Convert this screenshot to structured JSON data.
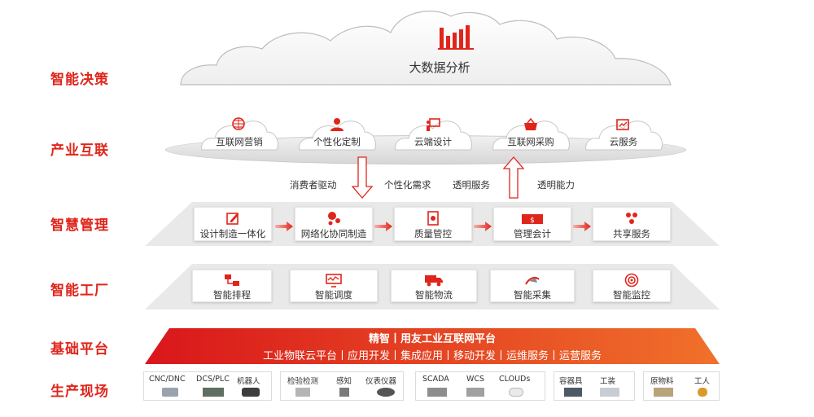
{
  "rows": [
    {
      "label": "智能决策"
    },
    {
      "label": "产业互联"
    },
    {
      "label": "智慧管理"
    },
    {
      "label": "智能工厂"
    },
    {
      "label": "基础平台"
    },
    {
      "label": "生产现场"
    }
  ],
  "decision": {
    "title": "大数据分析",
    "icon": "bar-chart-icon"
  },
  "industry": {
    "items": [
      {
        "label": "互联网营销",
        "icon": "globe-cart-icon"
      },
      {
        "label": "个性化定制",
        "icon": "person-icon"
      },
      {
        "label": "云端设计",
        "icon": "design-board-icon"
      },
      {
        "label": "互联网采购",
        "icon": "basket-icon"
      },
      {
        "label": "云服务",
        "icon": "cloud-service-icon"
      }
    ]
  },
  "flow": {
    "left_text": "消费者驱动",
    "mid_text_1": "个性化需求",
    "mid_text_2": "透明服务",
    "right_text": "透明能力"
  },
  "management": {
    "items": [
      {
        "label": "设计制造一体化",
        "icon": "edit-icon"
      },
      {
        "label": "网络化协同制造",
        "icon": "network-icon"
      },
      {
        "label": "质量管控",
        "icon": "quality-icon"
      },
      {
        "label": "管理会计",
        "icon": "money-icon"
      },
      {
        "label": "共享服务",
        "icon": "share-icon"
      }
    ]
  },
  "factory": {
    "items": [
      {
        "label": "智能排程",
        "icon": "schedule-icon"
      },
      {
        "label": "智能调度",
        "icon": "monitor-icon"
      },
      {
        "label": "智能物流",
        "icon": "truck-icon"
      },
      {
        "label": "智能采集",
        "icon": "collect-icon"
      },
      {
        "label": "智能监控",
        "icon": "target-icon"
      }
    ]
  },
  "platform": {
    "title": "精智丨用友工业互联网平台",
    "subtitle": "工业物联云平台丨应用开发丨集成应用丨移动开发丨运维服务丨运营服务"
  },
  "production": {
    "groups": [
      {
        "items": [
          "CNC/DNC",
          "DCS/PLC",
          "机器人"
        ]
      },
      {
        "items": [
          "检验检测",
          "感知",
          "仪表仪器"
        ]
      },
      {
        "items": [
          "SCADA",
          "WCS",
          "CLOUDs"
        ]
      },
      {
        "items": [
          "容器具",
          "工装"
        ]
      },
      {
        "items": [
          "原物料",
          "工人"
        ]
      }
    ]
  },
  "colors": {
    "accent": "#e0251b",
    "accent_dark": "#d9161b",
    "orange": "#f0712a",
    "gray": "#e9e9e9"
  }
}
